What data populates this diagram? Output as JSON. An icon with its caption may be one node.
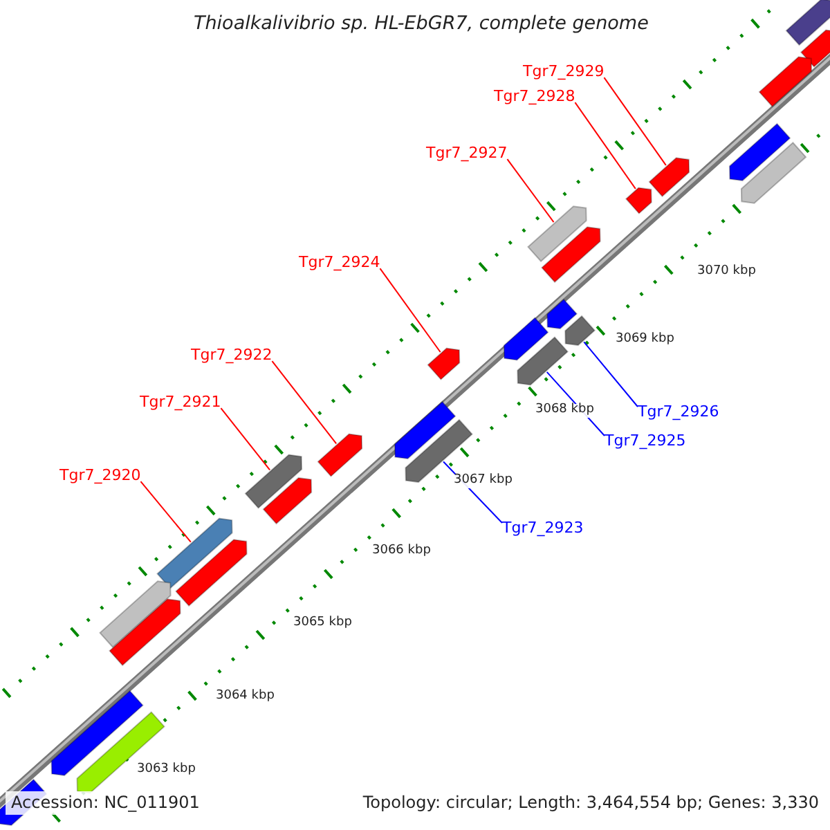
{
  "diagram": {
    "title": "Thioalkalivibrio sp. HL-EbGR7, complete genome",
    "nodes": [
      {
        "text": [
          "Tgr7_2929"
        ]
      },
      {
        "text": [
          "Tgr7_2928"
        ]
      },
      {
        "text": [
          "Tgr7_2927"
        ]
      },
      {
        "text": [
          "Tgr7_2924"
        ]
      },
      {
        "text": [
          "Tgr7_2922"
        ]
      },
      {
        "text": [
          "Tgr7_2921"
        ]
      },
      {
        "text": [
          "Tgr7_2920"
        ]
      },
      {
        "text": [
          "Tgr7_2926"
        ]
      },
      {
        "text": [
          "Tgr7_2925"
        ]
      },
      {
        "text": [
          "Tgr7_2923"
        ]
      },
      {
        "text": [],
        "shape": "bar"
      },
      {
        "text": [],
        "shape": "bar"
      },
      {
        "text": [],
        "shape": "bar"
      },
      {
        "text": [],
        "shape": "bar"
      },
      {
        "text": [],
        "shape": "bar"
      },
      {
        "text": [],
        "shape": "bar"
      },
      {
        "text": [],
        "shape": "bar"
      },
      {
        "text": [],
        "shape": "bar"
      },
      {
        "text": [],
        "shape": "bar"
      },
      {
        "text": [],
        "shape": "bar"
      },
      {
        "text": [],
        "shape": "bar"
      },
      {
        "text": [],
        "shape": "bar"
      },
      {
        "text": [],
        "shape": "bar"
      },
      {
        "text": [],
        "shape": "bar"
      },
      {
        "text": [],
        "shape": "bar"
      },
      {
        "text": [],
        "shape": "bar"
      },
      {
        "text": [],
        "shape": "bar"
      },
      {
        "text": [],
        "shape": "bar"
      },
      {
        "text": [],
        "shape": "bar"
      },
      {
        "text": [],
        "shape": "bar"
      },
      {
        "text": [],
        "shape": "bar"
      },
      {
        "text": [],
        "shape": "bar"
      },
      {
        "text": [],
        "shape": "bar"
      },
      {
        "text": [],
        "shape": "bar"
      },
      {
        "text": [],
        "shape": "bar"
      },
      {
        "text": [],
        "shape": "bar"
      }
    ],
    "edges": [
      {
        "from": 0,
        "to": 14,
        "arrow": "none"
      },
      {
        "from": 1,
        "to": 16,
        "arrow": "none"
      },
      {
        "from": 2,
        "to": 17,
        "arrow": "none"
      },
      {
        "from": 3,
        "to": 22,
        "arrow": "none"
      },
      {
        "from": 4,
        "to": 25,
        "arrow": "none"
      },
      {
        "from": 5,
        "to": 27,
        "arrow": "none"
      },
      {
        "from": 6,
        "to": 29,
        "arrow": "none"
      },
      {
        "from": 7,
        "to": 20,
        "arrow": "none",
        "color": "#0000ff"
      },
      {
        "from": 8,
        "to": 23,
        "arrow": "none",
        "color": "#0000ff"
      },
      {
        "from": 9,
        "to": 26,
        "arrow": "none",
        "color": "#0000ff"
      }
    ],
    "labels": [
      "3070 kbp",
      "3069 kbp",
      "3068 kbp",
      "3067 kbp",
      "3066 kbp",
      "3065 kbp",
      "3064 kbp",
      "3063 kbp",
      "Accession: NC_011901",
      "Topology: circular; Length: 3,464,554 bp; Genes: 3,330"
    ]
  }
}
